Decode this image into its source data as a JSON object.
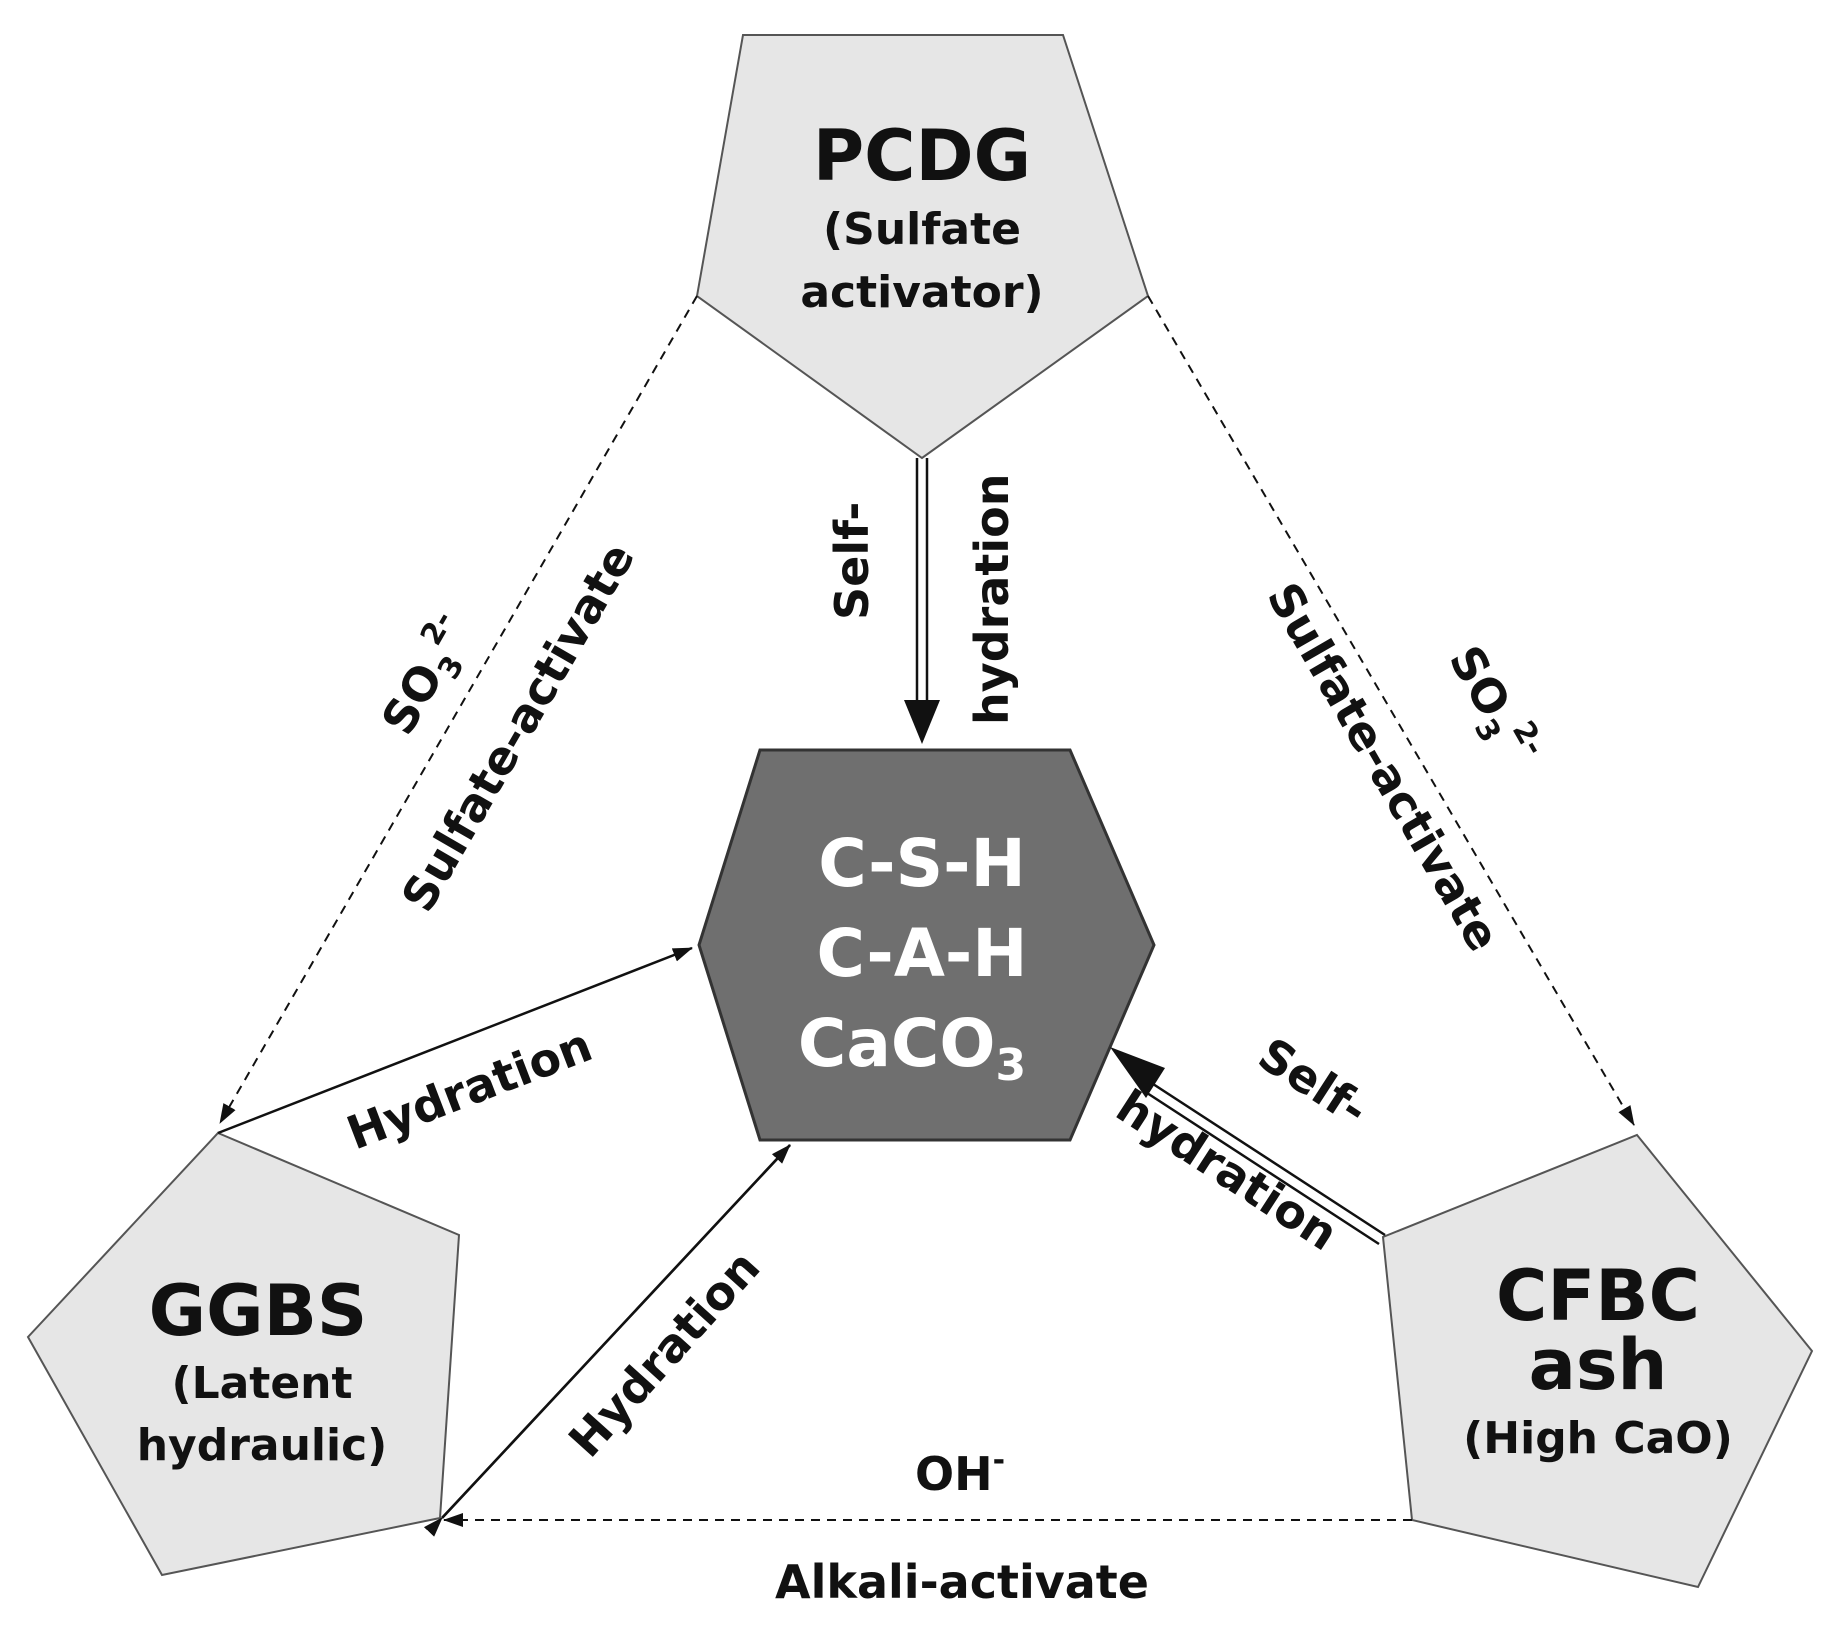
{
  "nodes": {
    "pcdg": {
      "title": "PCDG",
      "sub1": "(Sulfate",
      "sub2": "activator)"
    },
    "ggbs": {
      "title": "GGBS",
      "sub1": "(Latent",
      "sub2": "hydraulic)"
    },
    "cfbc": {
      "title1": "CFBC",
      "title2": "ash",
      "sub1": "(High CaO)"
    },
    "center": {
      "line1": "C-S-H",
      "line2": "C-A-H",
      "line3_main": "CaCO",
      "line3_sub": "3"
    }
  },
  "edges": {
    "pcdg_self": {
      "line1": "Self-",
      "line2": "hydration"
    },
    "cfbc_self": {
      "line1": "Self-",
      "line2": "hydration"
    },
    "ggbs_hydration": {
      "label": "Hydration"
    },
    "ggbs_hydration2": {
      "label": "Hydration"
    },
    "left_sulfate": {
      "ion_main": "SO",
      "ion_sub": "3",
      "ion_sup": "2-",
      "label": "Sulfate-activate"
    },
    "right_sulfate": {
      "ion_main": "SO",
      "ion_sub": "3",
      "ion_sup": "2-",
      "label": "Sulfate-activate"
    },
    "alkali": {
      "ion_main": "OH",
      "ion_sup": "-",
      "label": "Alkali-activate"
    }
  },
  "colors": {
    "pentagon_fill": "#e6e6e6",
    "hexagon_fill": "#6f6f6f",
    "line": "#111111"
  }
}
